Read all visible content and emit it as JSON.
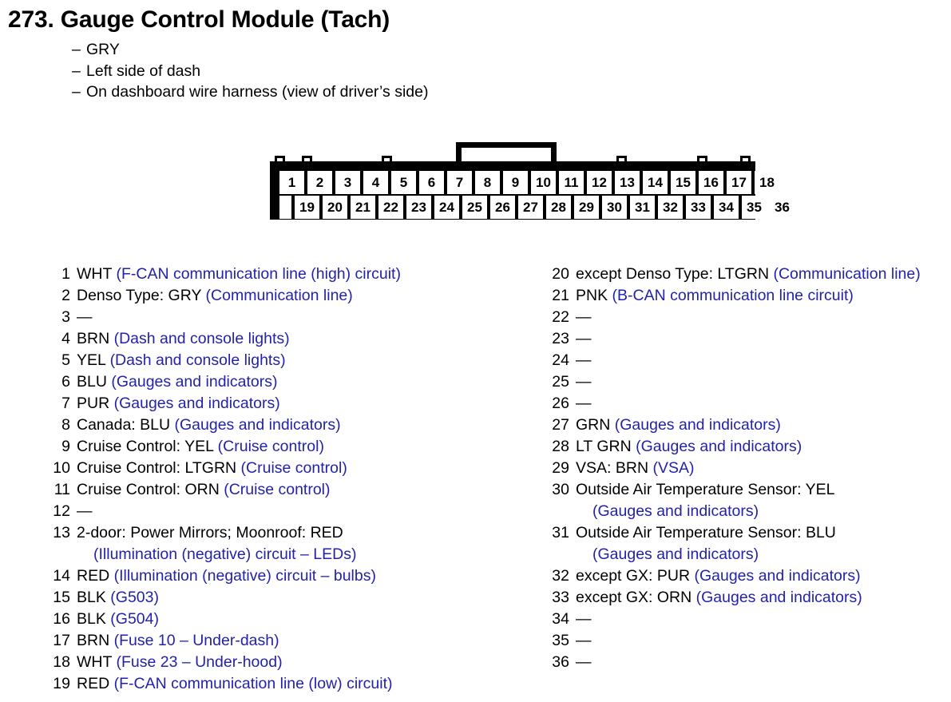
{
  "header": {
    "number": "273.",
    "title": "Gauge Control Module (Tach)",
    "full_title": "273. Gauge Control Module (Tach)",
    "bullets": [
      {
        "dash": "–",
        "text": "GRY"
      },
      {
        "dash": "–",
        "text": "Left side of dash"
      },
      {
        "dash": "–",
        "text": "On dashboard wire harness (view of driver’s side)"
      }
    ]
  },
  "connector": {
    "top_row": [
      "1",
      "2",
      "3",
      "4",
      "5",
      "6",
      "7",
      "8",
      "9",
      "10",
      "11",
      "12",
      "13",
      "14",
      "15",
      "16",
      "17",
      "18"
    ],
    "bottom_row": [
      "19",
      "20",
      "21",
      "22",
      "23",
      "24",
      "25",
      "26",
      "27",
      "28",
      "29",
      "30",
      "31",
      "32",
      "33",
      "34",
      "35",
      "36"
    ],
    "latch_label": "connector-latch",
    "total_pins": 36
  },
  "colors": {
    "text_black": "#000000",
    "text_blue": "#2222aa",
    "background": "#ffffff",
    "connector_body": "#000000"
  },
  "pins_left": [
    {
      "num": "1",
      "black": "WHT",
      "blue": "(F-CAN communication line (high) circuit)",
      "empty": false
    },
    {
      "num": "2",
      "black": "Denso Type: GRY",
      "blue": "(Communication line)",
      "empty": false
    },
    {
      "num": "3",
      "black": "",
      "blue": "",
      "empty": true,
      "dash": "—"
    },
    {
      "num": "4",
      "black": "BRN",
      "blue": "(Dash and console lights)",
      "empty": false
    },
    {
      "num": "5",
      "black": "YEL",
      "blue": "(Dash and console lights)",
      "empty": false
    },
    {
      "num": "6",
      "black": "BLU",
      "blue": "(Gauges and indicators)",
      "empty": false
    },
    {
      "num": "7",
      "black": "PUR",
      "blue": "(Gauges and indicators)",
      "empty": false
    },
    {
      "num": "8",
      "black": "Canada: BLU",
      "blue": "(Gauges and indicators)",
      "empty": false
    },
    {
      "num": "9",
      "black": "Cruise Control: YEL",
      "blue": "(Cruise control)",
      "empty": false
    },
    {
      "num": "10",
      "black": "Cruise Control: LTGRN",
      "blue": "(Cruise control)",
      "empty": false
    },
    {
      "num": "11",
      "black": "Cruise Control: ORN",
      "blue": "(Cruise control)",
      "empty": false
    },
    {
      "num": "12",
      "black": "",
      "blue": "",
      "empty": true,
      "dash": "—"
    },
    {
      "num": "13",
      "black": "2-door: Power Mirrors; Moonroof: RED",
      "blue": "(Illumination (negative) circuit – LEDs)",
      "empty": false,
      "wrap": true
    },
    {
      "num": "14",
      "black": "RED",
      "blue": "(Illumination (negative) circuit – bulbs)",
      "empty": false
    },
    {
      "num": "15",
      "black": "BLK",
      "blue": "(G503)",
      "empty": false
    },
    {
      "num": "16",
      "black": "BLK",
      "blue": "(G504)",
      "empty": false
    },
    {
      "num": "17",
      "black": "BRN",
      "blue": "(Fuse 10 – Under-dash)",
      "empty": false
    },
    {
      "num": "18",
      "black": "WHT",
      "blue": "(Fuse 23 – Under-hood)",
      "empty": false
    },
    {
      "num": "19",
      "black": "RED",
      "blue": "(F-CAN communication line (low) circuit)",
      "empty": false
    }
  ],
  "pins_right": [
    {
      "num": "20",
      "black": "except Denso Type: LTGRN",
      "blue": "(Communication line)",
      "empty": false
    },
    {
      "num": "21",
      "black": "PNK",
      "blue": "(B-CAN communication line circuit)",
      "empty": false
    },
    {
      "num": "22",
      "black": "",
      "blue": "",
      "empty": true,
      "dash": "—"
    },
    {
      "num": "23",
      "black": "",
      "blue": "",
      "empty": true,
      "dash": "—"
    },
    {
      "num": "24",
      "black": "",
      "blue": "",
      "empty": true,
      "dash": "—"
    },
    {
      "num": "25",
      "black": "",
      "blue": "",
      "empty": true,
      "dash": "—"
    },
    {
      "num": "26",
      "black": "",
      "blue": "",
      "empty": true,
      "dash": "—"
    },
    {
      "num": "27",
      "black": "GRN",
      "blue": "(Gauges and indicators)",
      "empty": false
    },
    {
      "num": "28",
      "black": "LT GRN",
      "blue": "(Gauges and indicators)",
      "empty": false
    },
    {
      "num": "29",
      "black": "VSA: BRN",
      "blue": "(VSA)",
      "empty": false
    },
    {
      "num": "30",
      "black": "Outside Air Temperature Sensor: YEL",
      "blue": "(Gauges and indicators)",
      "empty": false,
      "wrap": true
    },
    {
      "num": "31",
      "black": "Outside Air Temperature Sensor: BLU",
      "blue": "(Gauges and indicators)",
      "empty": false,
      "wrap": true
    },
    {
      "num": "32",
      "black": "except GX: PUR",
      "blue": "(Gauges and indicators)",
      "empty": false
    },
    {
      "num": "33",
      "black": "except GX: ORN",
      "blue": "(Gauges and indicators)",
      "empty": false
    },
    {
      "num": "34",
      "black": "",
      "blue": "",
      "empty": true,
      "dash": "—"
    },
    {
      "num": "35",
      "black": "",
      "blue": "",
      "empty": true,
      "dash": "—"
    },
    {
      "num": "36",
      "black": "",
      "blue": "",
      "empty": true,
      "dash": "—"
    }
  ]
}
